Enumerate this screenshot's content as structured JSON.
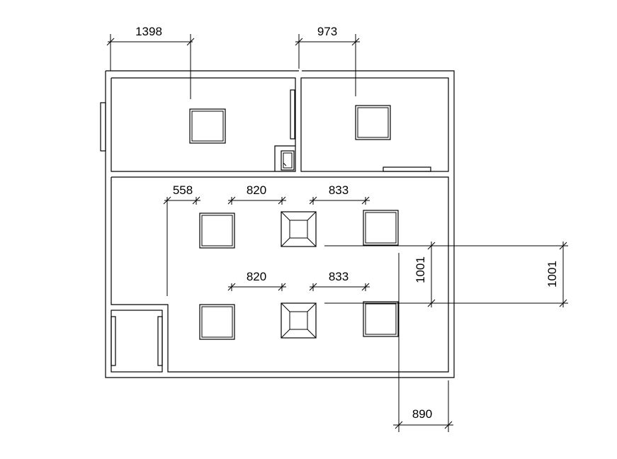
{
  "dimensions": {
    "top_left": "1398",
    "top_right": "973",
    "row1_a": "558",
    "row1_b": "820",
    "row1_c": "833",
    "row2_b": "820",
    "row2_c": "833",
    "vert_inner": "1001",
    "vert_outer": "1001",
    "bottom": "890"
  },
  "colors": {
    "line": "#000000",
    "background": "#ffffff"
  }
}
